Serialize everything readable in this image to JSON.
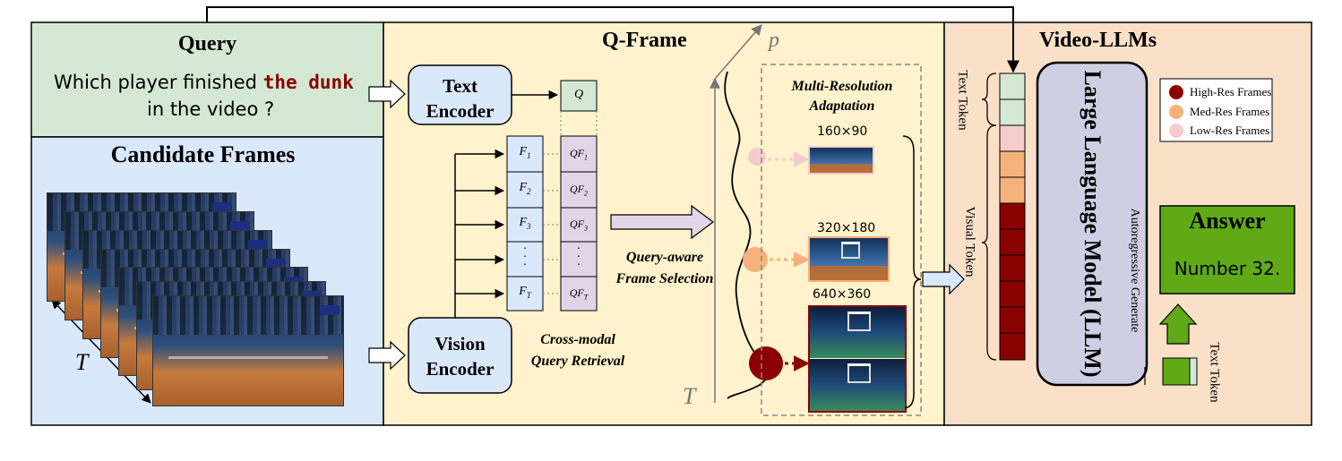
{
  "query": {
    "title": "Query",
    "text_before": "Which player finished ",
    "text_highlight": "the dunk",
    "text_after": "in the video ?",
    "highlight_color": "#8b0000"
  },
  "candidate_frames": {
    "title": "Candidate Frames",
    "axis_label": "T"
  },
  "qframe": {
    "title": "Q-Frame",
    "text_encoder": [
      "Text",
      "Encoder"
    ],
    "vision_encoder": [
      "Vision",
      "Encoder"
    ],
    "q_token": "Q",
    "frames": [
      {
        "base": "F",
        "sub": "1"
      },
      {
        "base": "F",
        "sub": "2"
      },
      {
        "base": "F",
        "sub": "3"
      },
      {
        "base": "",
        "sub": ""
      },
      {
        "base": "F",
        "sub": "T"
      }
    ],
    "qframes": [
      {
        "base": "QF",
        "sub": "1"
      },
      {
        "base": "QF",
        "sub": "2"
      },
      {
        "base": "QF",
        "sub": "3"
      },
      {
        "base": "",
        "sub": ""
      },
      {
        "base": "QF",
        "sub": "T"
      }
    ],
    "cross_modal": [
      "Cross-modal",
      "Query Retrieval"
    ],
    "query_aware": [
      "Query-aware",
      "Frame Selection"
    ],
    "axis_p": "p",
    "axis_t": "T",
    "mra_title": [
      "Multi-Resolution",
      "Adaptation"
    ],
    "resolutions": [
      "160×90",
      "320×180",
      "640×360"
    ]
  },
  "video_llm": {
    "title": "Video-LLMs",
    "text_token_label": "Text Token",
    "visual_token_label": "Visual Token",
    "llm_label": "Large Language Model (LLM)",
    "autoregressive_label": "Autoregressive Generate",
    "answer_title": "Answer",
    "answer_text": "Number 32.",
    "output_token_label": "Text Token",
    "legend": [
      {
        "label": "High-Res Frames",
        "color": "#8b0000"
      },
      {
        "label": "Med-Res Frames",
        "color": "#f5b27a"
      },
      {
        "label": "Low-Res Frames",
        "color": "#f4cccc"
      }
    ]
  },
  "colors": {
    "query_bg": "#d5e8d4",
    "candidates_bg": "#dae8fc",
    "qframe_bg": "#fff2cc",
    "llm_bg": "#fbe0c8",
    "encoder_fill": "#dae8fc",
    "frame_cell": "#dae8fc",
    "qframe_cell": "#e1d5e7",
    "llm_fill": "#d0cee2",
    "answer_fill": "#60a917",
    "text_token": "#d5e8d4",
    "low_token": "#f4cccc",
    "med_token": "#f5b27a",
    "high_token": "#8b0000"
  }
}
